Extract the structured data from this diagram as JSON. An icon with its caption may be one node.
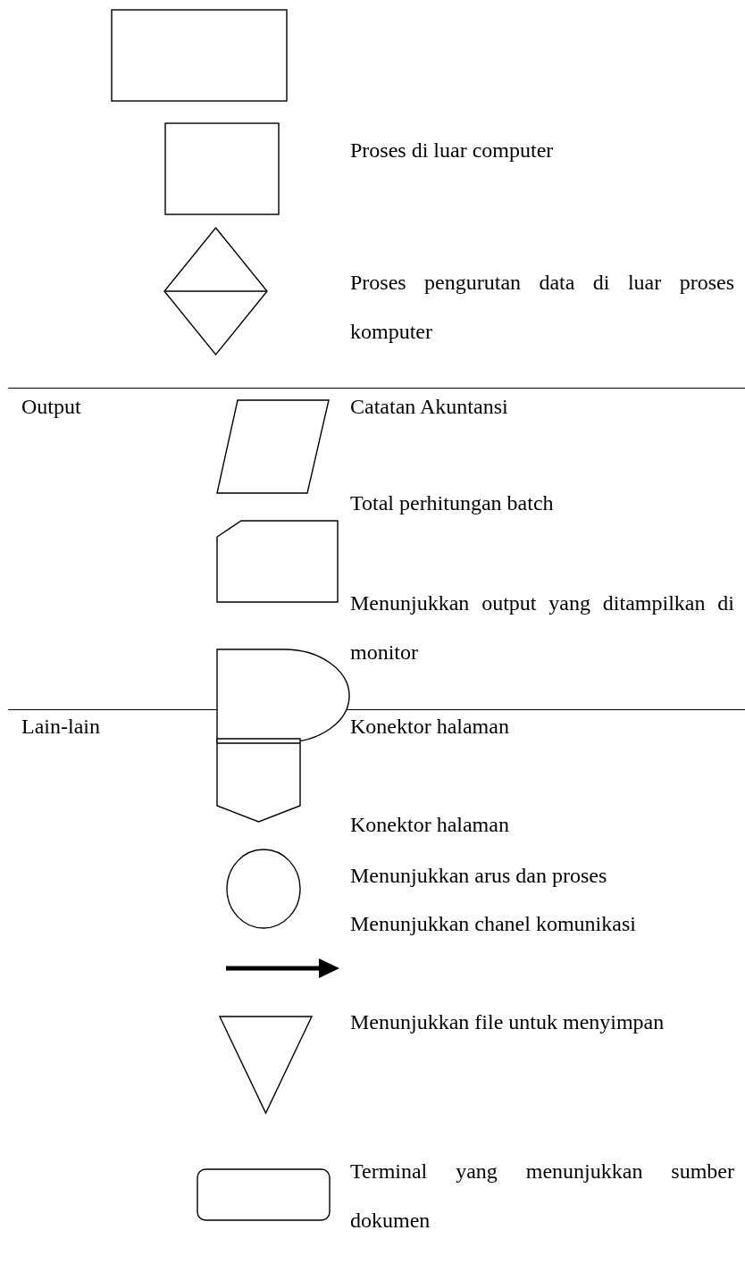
{
  "diagram": {
    "nodes": [
      {
        "text": [],
        "shape": "box"
      },
      {
        "text": [],
        "shape": "box"
      },
      {
        "text": [],
        "shape": "diamond"
      },
      {
        "text": [],
        "shape": "parallelogram"
      },
      {
        "text": [],
        "shape": "card"
      },
      {
        "text": [],
        "shape": "display"
      },
      {
        "text": [],
        "shape": "pentagon"
      },
      {
        "text": [],
        "shape": "circle"
      },
      {
        "text": [],
        "shape": "triangle"
      },
      {
        "text": [],
        "shape": "terminal"
      }
    ],
    "labels": [
      "Proses di luar computer",
      "Proses pengurutan data di luar proses komputer",
      "Output",
      "Catatan Akuntansi",
      "Total perhitungan batch",
      "Menunjukkan output yang ditampilkan di monitor",
      "Lain-lain",
      "Konektor halaman",
      "Konektor halaman",
      "Menunjukkan arus dan proses",
      "Menunjukkan chanel komunikasi",
      "Menunjukkan file untuk menyimpan",
      "Terminal yang menunjukkan sumber dokumen"
    ]
  }
}
